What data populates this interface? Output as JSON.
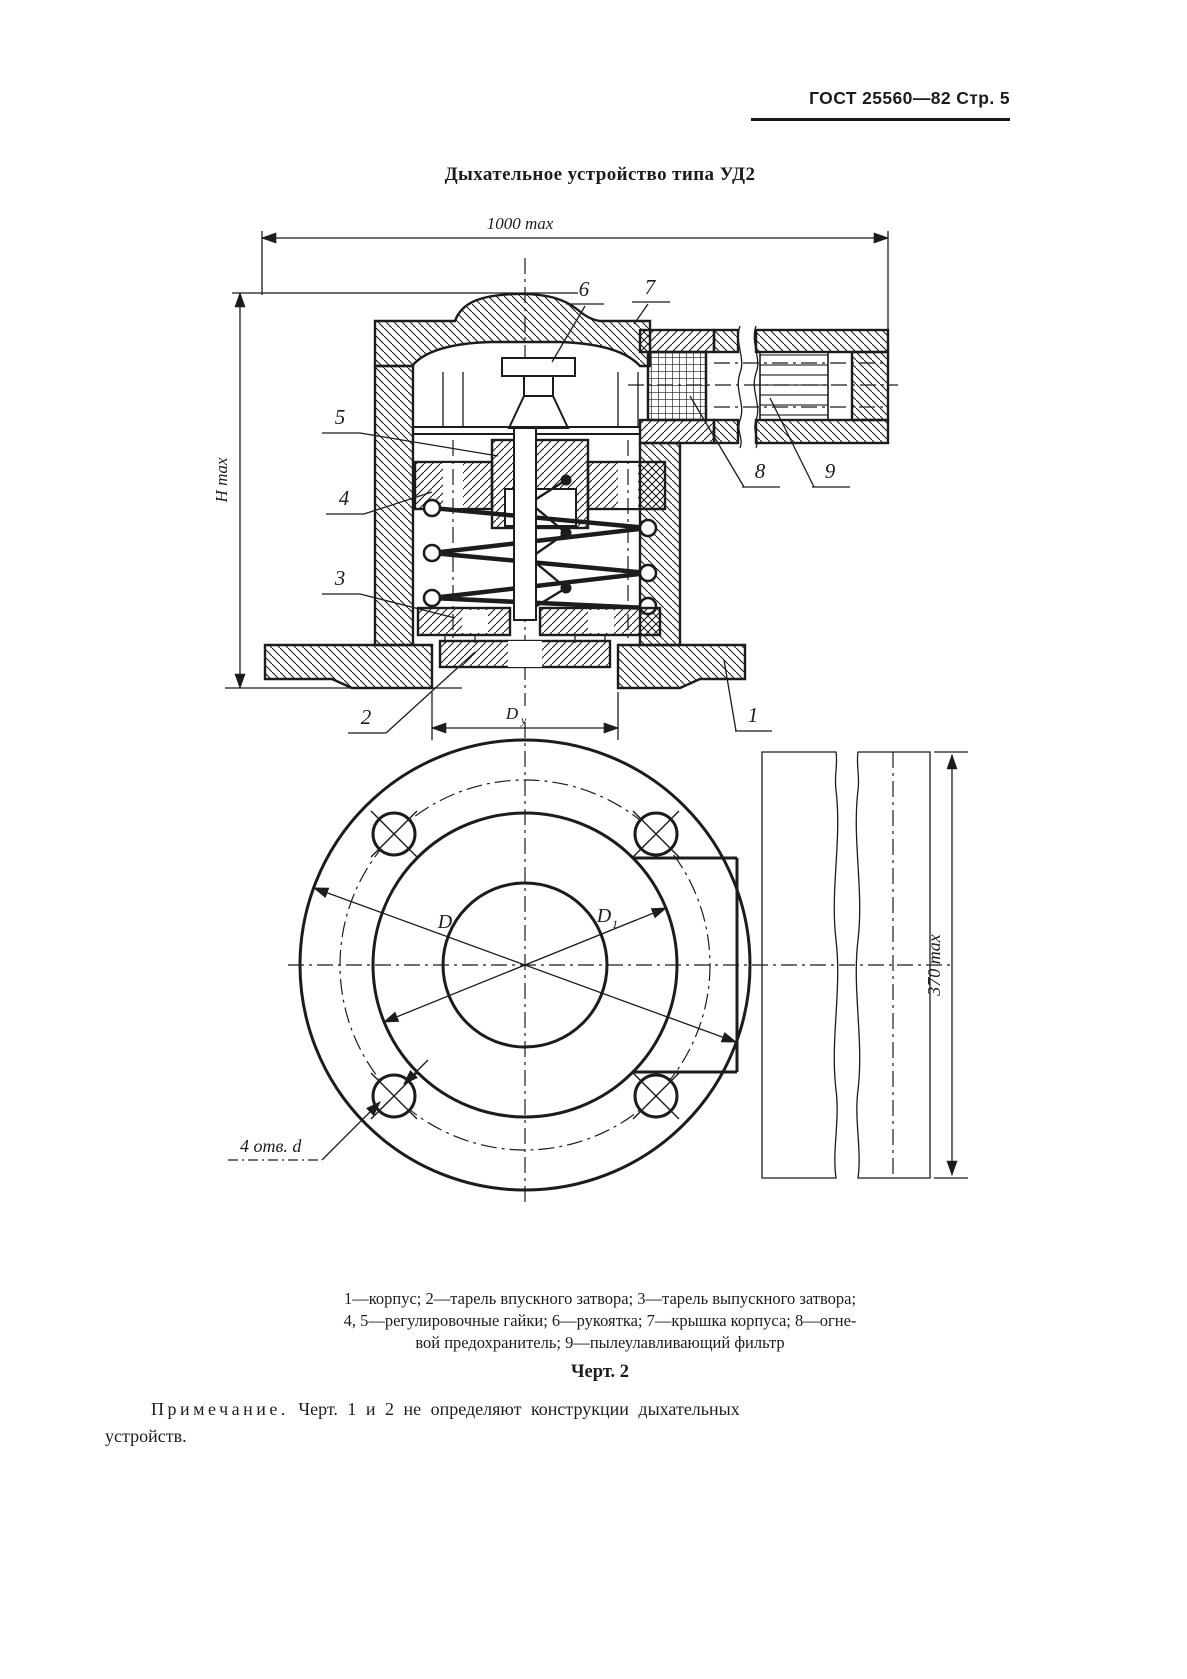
{
  "page": {
    "header": "ГОСТ 25560—82 Стр. 5",
    "title": "Дыхательное устройство типа УД2",
    "caption": {
      "line1": "1—корпус; 2—тарель впускного затвора; 3—тарель выпускного затвора;",
      "line2": "4, 5—регулировочные гайки; 6—рукоятка; 7—крышка корпуса; 8—огне-",
      "line3": "вой предохранитель; 9—пылеулавливающий фильтр"
    },
    "figure_label": "Черт. 2",
    "note": {
      "intro": "Примечание.",
      "line1_rest": "Черт. 1 и 2 не определяют  конструкции  дыхательных",
      "line2": "устройств."
    }
  },
  "drawing": {
    "dimensions": {
      "overall_width": "1000 max",
      "overall_height": "H max",
      "nominal_bore_main": "D",
      "nominal_bore_sub": "y",
      "outer_diameter": "D",
      "bolt_circle_main": "D",
      "bolt_circle_sub": "1",
      "depth": "370 max",
      "holes_note": "4 отв. d"
    },
    "part_numbers": [
      "1",
      "2",
      "3",
      "4",
      "5",
      "6",
      "7",
      "8",
      "9"
    ],
    "ink_color": "#1c1c1c",
    "paper_color": "#ffffff"
  }
}
